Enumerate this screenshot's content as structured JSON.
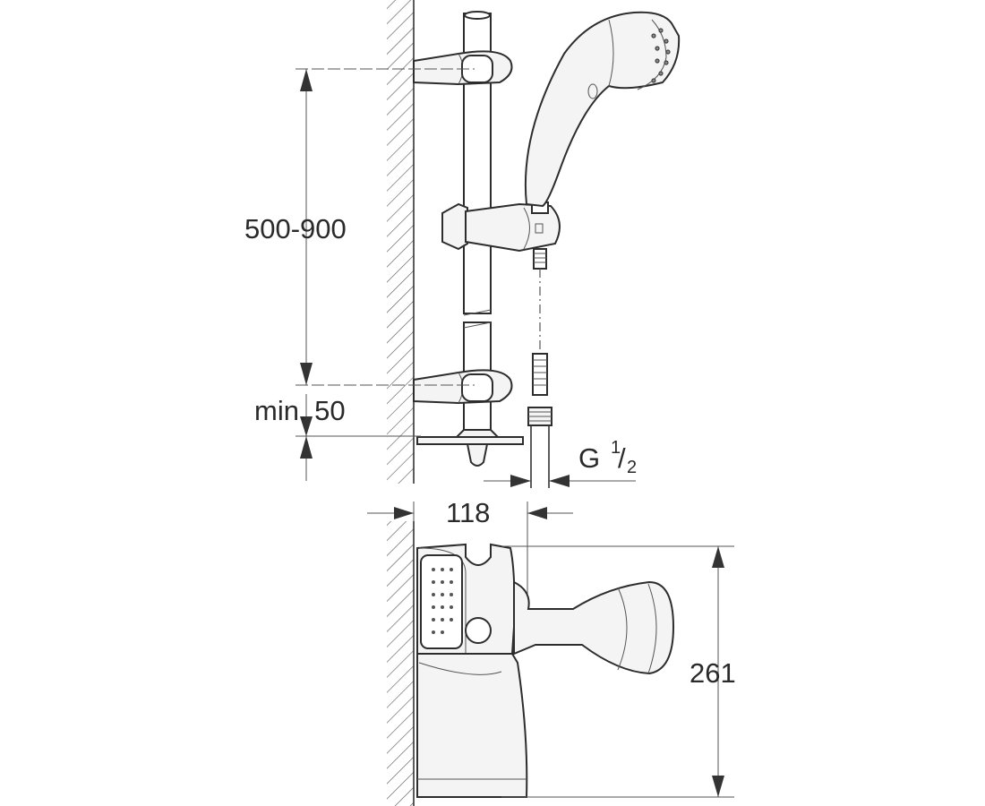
{
  "dimensions": {
    "rail_spacing": "500-900",
    "min_clearance": "min. 50",
    "thread_label": "G",
    "thread_numerator": "1",
    "thread_slash": "/",
    "thread_denominator": "2",
    "wall_projection": "118",
    "overall_height": "261"
  },
  "colors": {
    "line": "#2d2d2d",
    "fill": "#f4f4f4",
    "background": "#ffffff"
  }
}
